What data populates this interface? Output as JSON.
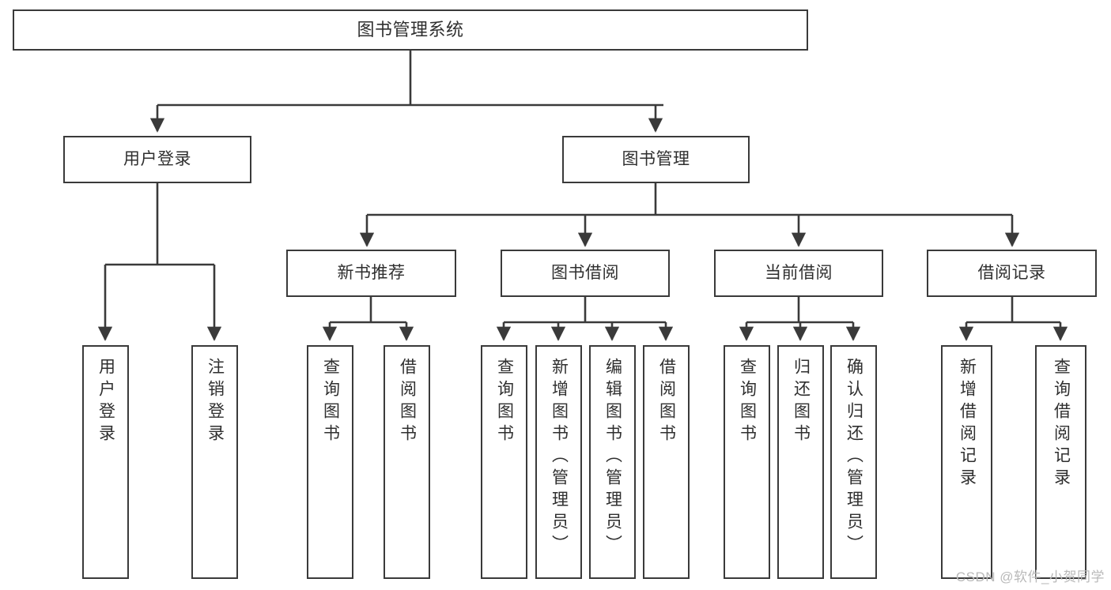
{
  "diagram": {
    "title": "图书管理系统",
    "root": {
      "label": "图书管理系统"
    },
    "level2": [
      {
        "label": "用户登录"
      },
      {
        "label": "图书管理"
      }
    ],
    "level3": [
      {
        "label": "新书推荐"
      },
      {
        "label": "图书借阅"
      },
      {
        "label": "当前借阅"
      },
      {
        "label": "借阅记录"
      }
    ],
    "leaves": {
      "user_login": [
        {
          "label": "用户登录"
        },
        {
          "label": "注销登录"
        }
      ],
      "new_book_recommend": [
        {
          "label": "查询图书"
        },
        {
          "label": "借阅图书"
        }
      ],
      "book_borrow": [
        {
          "label": "查询图书"
        },
        {
          "label": "新增图书（管理员）"
        },
        {
          "label": "编辑图书（管理员）"
        },
        {
          "label": "借阅图书"
        }
      ],
      "current_borrow": [
        {
          "label": "查询图书"
        },
        {
          "label": "归还图书"
        },
        {
          "label": "确认归还（管理员）"
        }
      ],
      "borrow_record": [
        {
          "label": "新增借阅记录"
        },
        {
          "label": "查询借阅记录"
        }
      ]
    },
    "watermark": "CSDN @软件_小贺同学",
    "colors": {
      "border": "#3a3a3a",
      "text": "#2f2f2f",
      "background": "#ffffff",
      "watermark": "#b9b9b9"
    }
  }
}
